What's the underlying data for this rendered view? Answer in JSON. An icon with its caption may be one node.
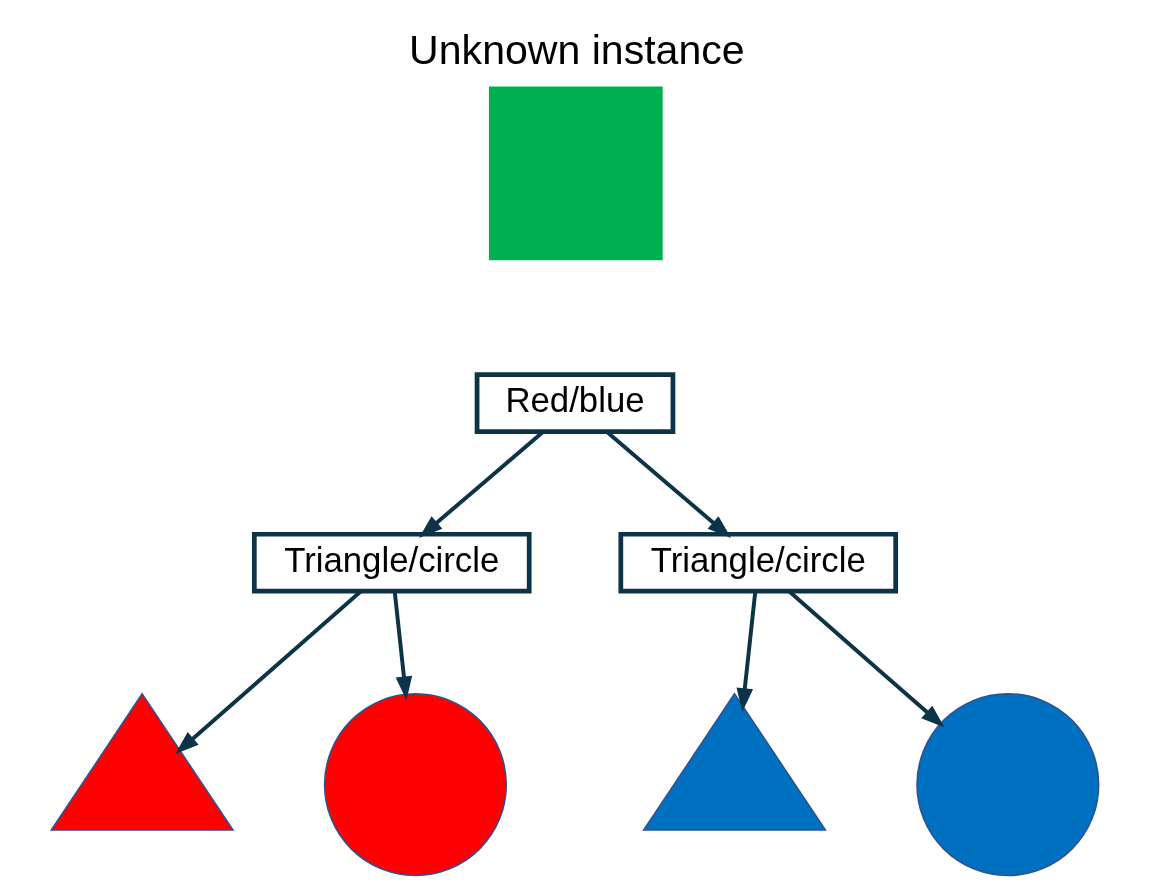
{
  "diagram": {
    "nodes": [
      {
        "text": [
          "Unknown instance"
        ]
      },
      {
        "text": [
          "Red/blue"
        ]
      },
      {
        "text": [
          "Triangle/circle"
        ]
      },
      {
        "text": [
          "Triangle/circle"
        ]
      },
      {
        "text": [],
        "shape": "triangle"
      },
      {
        "text": [],
        "shape": "circle"
      },
      {
        "text": [],
        "shape": "triangle"
      },
      {
        "text": [],
        "shape": "circle"
      }
    ],
    "edges": [
      {
        "from": 1,
        "to": 2,
        "arrow": "to"
      },
      {
        "from": 1,
        "to": 3,
        "arrow": "to"
      },
      {
        "from": 2,
        "to": 4,
        "arrow": "to"
      },
      {
        "from": 2,
        "to": 5,
        "arrow": "to"
      },
      {
        "from": 3,
        "to": 6,
        "arrow": "to"
      },
      {
        "from": 3,
        "to": 7,
        "arrow": "to"
      }
    ]
  }
}
